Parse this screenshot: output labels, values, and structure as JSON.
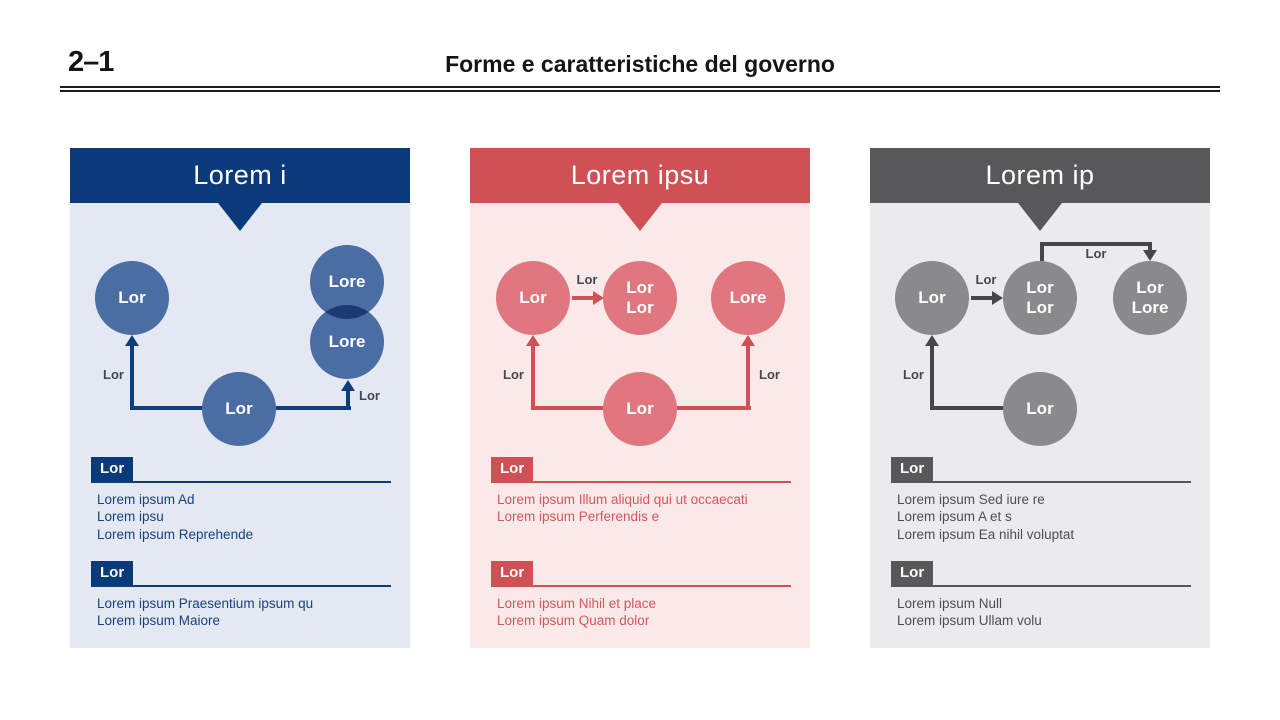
{
  "page": {
    "section_number": "2–1",
    "title": "Forme e caratteristiche del governo"
  },
  "panels": [
    {
      "title": "Lorem i",
      "accent_color": "#0a3a7a",
      "body_color": "#e4e8f2",
      "circle_color": "#4a6da3",
      "text_color": "#17417f",
      "circles": {
        "top_left": "Lor",
        "top_right_upper": "Lore",
        "top_right_lower": "Lore",
        "bottom": "Lor"
      },
      "arrow_labels": {
        "left": "Lor",
        "right": "Lor"
      },
      "sections": [
        {
          "badge": "Lor",
          "lines": [
            "Lorem ipsum Ad",
            "Lorem ipsu",
            "Lorem ipsum Reprehende"
          ]
        },
        {
          "badge": "Lor",
          "lines": [
            "Lorem ipsum Praesentium ipsum qu",
            "Lorem ipsum Maiore"
          ]
        }
      ]
    },
    {
      "title": "Lorem ipsu",
      "accent_color": "#cf5055",
      "body_color": "#fbe9ea",
      "circle_color": "#e0777e",
      "text_color": "#d4565e",
      "circles": {
        "left": "Lor",
        "middle": [
          "Lor",
          "Lor"
        ],
        "right": "Lore",
        "bottom": "Lor"
      },
      "arrow_labels": {
        "left_to_middle": "Lor",
        "left": "Lor",
        "right": "Lor"
      },
      "sections": [
        {
          "badge": "Lor",
          "lines": [
            "Lorem ipsum Illum aliquid qui ut occaecati",
            "Lorem ipsum Perferendis e"
          ]
        },
        {
          "badge": "Lor",
          "lines": [
            "Lorem ipsum Nihil et place",
            "Lorem ipsum Quam dolor"
          ]
        }
      ]
    },
    {
      "title": "Lorem ip",
      "accent_color": "#58585a",
      "body_color": "#ebebed",
      "circle_color": "#8a8a8c",
      "text_color": "#4e4e50",
      "circles": {
        "left": "Lor",
        "middle": [
          "Lor",
          "Lor"
        ],
        "right": [
          "Lor",
          "Lore"
        ],
        "bottom": "Lor"
      },
      "arrow_labels": {
        "left_to_middle": "Lor",
        "left": "Lor",
        "middle_to_right": "Lor"
      },
      "sections": [
        {
          "badge": "Lor",
          "lines": [
            "Lorem ipsum Sed iure re",
            "Lorem ipsum A et s",
            "Lorem ipsum Ea nihil voluptat"
          ]
        },
        {
          "badge": "Lor",
          "lines": [
            "Lorem ipsum Null",
            "Lorem ipsum Ullam volu"
          ]
        }
      ]
    }
  ]
}
